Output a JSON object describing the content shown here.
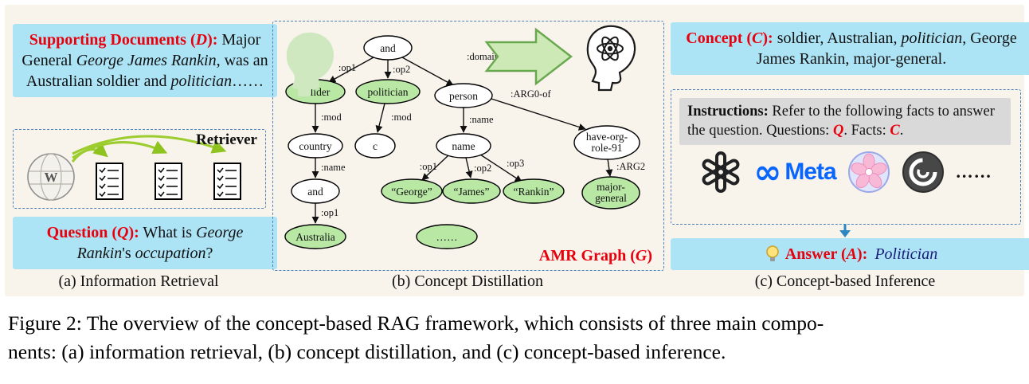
{
  "panel_a": {
    "caption": "(a) Information Retrieval",
    "docs": {
      "label_prefix": "Supporting Documents (",
      "symbol": "D",
      "label_suffix": "):",
      "t1": " Major General ",
      "t2": "George James Rankin",
      "t3": ", was an Australian soldier and ",
      "t4": "politician",
      "t5": "……"
    },
    "retriever_label": "Retriever",
    "wiki_letter": "W",
    "question": {
      "label_prefix": "Question (",
      "symbol": "Q",
      "label_suffix": "):",
      "t1": " What is ",
      "t2": "George Rankin",
      "t3": "'s ",
      "t4": "occupation",
      "t5": "?"
    }
  },
  "panel_b": {
    "caption": "(b) Concept Distillation",
    "amr_label_prefix": "AMR Graph (",
    "amr_symbol": "G",
    "amr_label_suffix": ")",
    "nodes": {
      "and1": "and",
      "solider": "solider",
      "politician": "politician",
      "person": "person",
      "country": "country",
      "c": "c",
      "name": "name",
      "and2": "and",
      "george": "“George”",
      "james": "“James”",
      "rankin": "“Rankin”",
      "havorg_l1": "have-org-",
      "havorg_l2": "role-91",
      "majgen_l1": "major-",
      "majgen_l2": "general",
      "australia": "Australia",
      "dots": "……"
    },
    "edges": {
      "op1_a": ":op1",
      "op2_a": ":op2",
      "domain": ":domain",
      "mod_a": ":mod",
      "mod_b": ":mod",
      "name_a": ":name",
      "name_b": ":name",
      "op1_b": ":op1",
      "op1_c": ":op1",
      "op2_c": ":op2",
      "op3_c": ":op3",
      "arg0_of": ":ARG0-of",
      "arg2": ":ARG2"
    }
  },
  "panel_c": {
    "caption": "(c) Concept-based Inference",
    "concept": {
      "label_prefix": "Concept (",
      "symbol": "C",
      "label_suffix": "):",
      "t1": " soldier, Australian, ",
      "t2": "politician",
      "t3": ", George James Rankin, major-general."
    },
    "instructions": {
      "bold": "Instructions:",
      "t1": " Refer to the following facts to answer the question. Questions: ",
      "q": "Q",
      "t2": ". Facts: ",
      "c": "C",
      "t3": "."
    },
    "logos": {
      "infinity": "∞",
      "meta_text": "Meta",
      "ellipsis": "……"
    },
    "answer": {
      "label_prefix": "Answer (",
      "symbol": "A",
      "label_suffix": "):",
      "value": "Politician"
    }
  },
  "caption": {
    "line1": "Figure 2: The overview of the concept-based RAG framework, which consists of three main compo-",
    "line2": "nents: (a) information retrieval, (b) concept distillation, and (c) concept-based inference."
  },
  "colors": {
    "box_blue": "#ace4f6",
    "node_green": "#b9e8a5",
    "accent_red": "#e8000d",
    "meta_blue": "#0866ff"
  }
}
